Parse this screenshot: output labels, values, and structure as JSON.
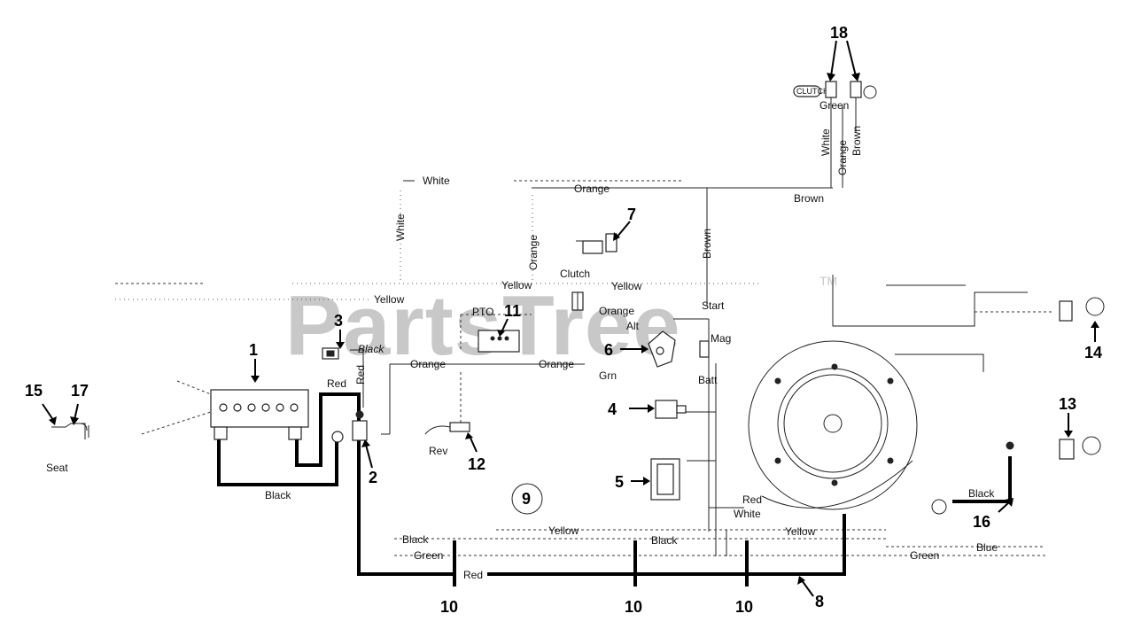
{
  "watermark": {
    "text": "PartsTree",
    "tm": "TM"
  },
  "callouts": {
    "c1": "1",
    "c2": "2",
    "c3": "3",
    "c4": "4",
    "c5": "5",
    "c6": "6",
    "c7": "7",
    "c8": "8",
    "c9": "9",
    "c10a": "10",
    "c10b": "10",
    "c10c": "10",
    "c11": "11",
    "c12": "12",
    "c13": "13",
    "c14": "14",
    "c15": "15",
    "c16": "16",
    "c17": "17",
    "c18": "18"
  },
  "labels": {
    "seat": "Seat",
    "rev": "Rev",
    "pto": "PTO",
    "clutch": "Clutch",
    "start": "Start",
    "alt": "Alt",
    "mag": "Mag",
    "batt": "Batt",
    "grn": "Grn",
    "green_top": "Green",
    "clutch_box": "CLUTCH"
  },
  "wires": {
    "white_top": "White",
    "white_vert": "White",
    "orange_top": "Orange",
    "brown_top": "Brown",
    "white_18": "White",
    "orange_18": "Orange",
    "brown_18": "Brown",
    "brown_vert": "Brown",
    "orange_vert": "Orange",
    "yellow_left": "Yellow",
    "yellow_mid": "Yellow",
    "yellow_right": "Yellow",
    "orange_alt": "Orange",
    "black_3": "Black",
    "red_vert": "Red",
    "red_batt": "Red",
    "orange_mid1": "Orange",
    "orange_mid2": "Orange",
    "black_batt": "Black",
    "red_engine": "Red",
    "white_engine": "White",
    "yellow_bottom1": "Yellow",
    "yellow_bottom2": "Yellow",
    "black_bottom1": "Black",
    "black_bottom2": "Black",
    "green_bottom1": "Green",
    "green_bottom2": "Green",
    "blue_bottom": "Blue",
    "red_bottom": "Red",
    "black_16": "Black"
  }
}
